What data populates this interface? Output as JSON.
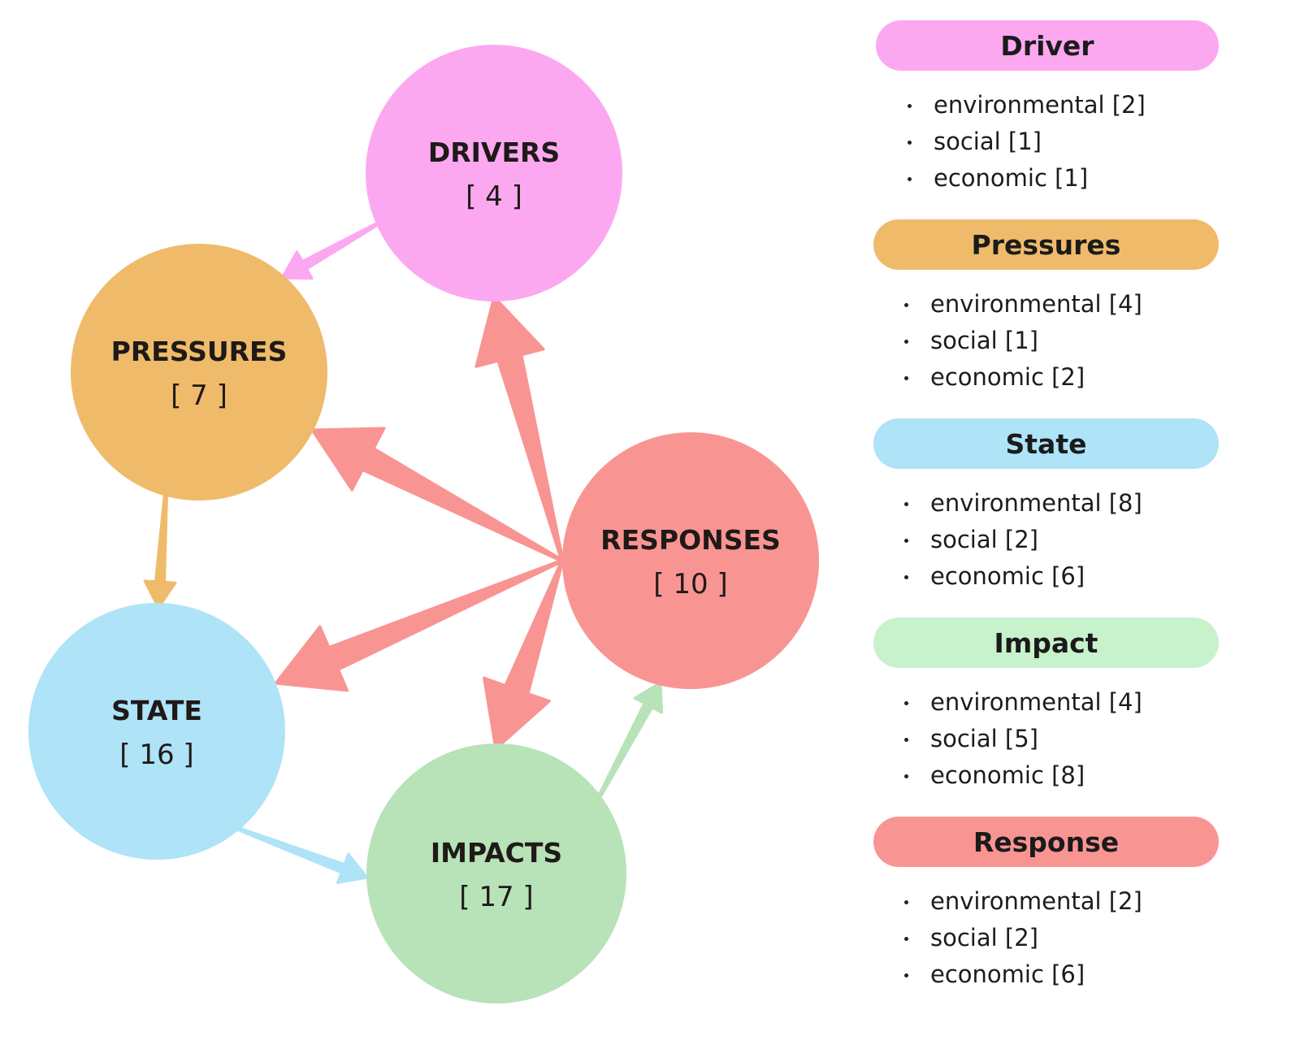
{
  "nodes": [
    {
      "id": "drivers",
      "label": "DRIVERS",
      "count": "[ 4 ]",
      "color": "#fca8f1"
    },
    {
      "id": "pressures",
      "label": "PRESSURES",
      "count": "[ 7 ]",
      "color": "#efbb6b"
    },
    {
      "id": "responses",
      "label": "RESPONSES",
      "count": "[ 10 ]",
      "color": "#f89593"
    },
    {
      "id": "state",
      "label": "STATE",
      "count": "[ 16 ]",
      "color": "#aee3f8"
    },
    {
      "id": "impacts",
      "label": "IMPACTS",
      "count": "[ 17 ]",
      "color": "#b8e2b8"
    }
  ],
  "edges": [
    {
      "from": "drivers",
      "to": "pressures",
      "color": "#fca8f1",
      "weight": "thin"
    },
    {
      "from": "pressures",
      "to": "state",
      "color": "#efbb6b",
      "weight": "thin"
    },
    {
      "from": "state",
      "to": "impacts",
      "color": "#aee3f8",
      "weight": "thin"
    },
    {
      "from": "impacts",
      "to": "responses",
      "color": "#b8e2b8",
      "weight": "thin"
    },
    {
      "from": "responses",
      "to": "drivers",
      "color": "#f89593",
      "weight": "thick"
    },
    {
      "from": "responses",
      "to": "pressures",
      "color": "#f89593",
      "weight": "thick"
    },
    {
      "from": "responses",
      "to": "state",
      "color": "#f89593",
      "weight": "thick"
    },
    {
      "from": "responses",
      "to": "impacts",
      "color": "#f89593",
      "weight": "thick"
    }
  ],
  "legend": [
    {
      "title": "Driver",
      "color": "#fca8f1",
      "items": [
        "environmental [2]",
        "social [1]",
        "economic [1]"
      ]
    },
    {
      "title": "Pressures",
      "color": "#efbb6b",
      "items": [
        "environmental [4]",
        "social [1]",
        "economic [2]"
      ]
    },
    {
      "title": "State",
      "color": "#aee3f8",
      "items": [
        "environmental [8]",
        "social [2]",
        "economic [6]"
      ]
    },
    {
      "title": "Impact",
      "color": "#c8f2cc",
      "items": [
        "environmental [4]",
        "social [5]",
        "economic [8]"
      ]
    },
    {
      "title": "Response",
      "color": "#f89593",
      "items": [
        "environmental [2]",
        "social [2]",
        "economic [6]"
      ]
    }
  ]
}
